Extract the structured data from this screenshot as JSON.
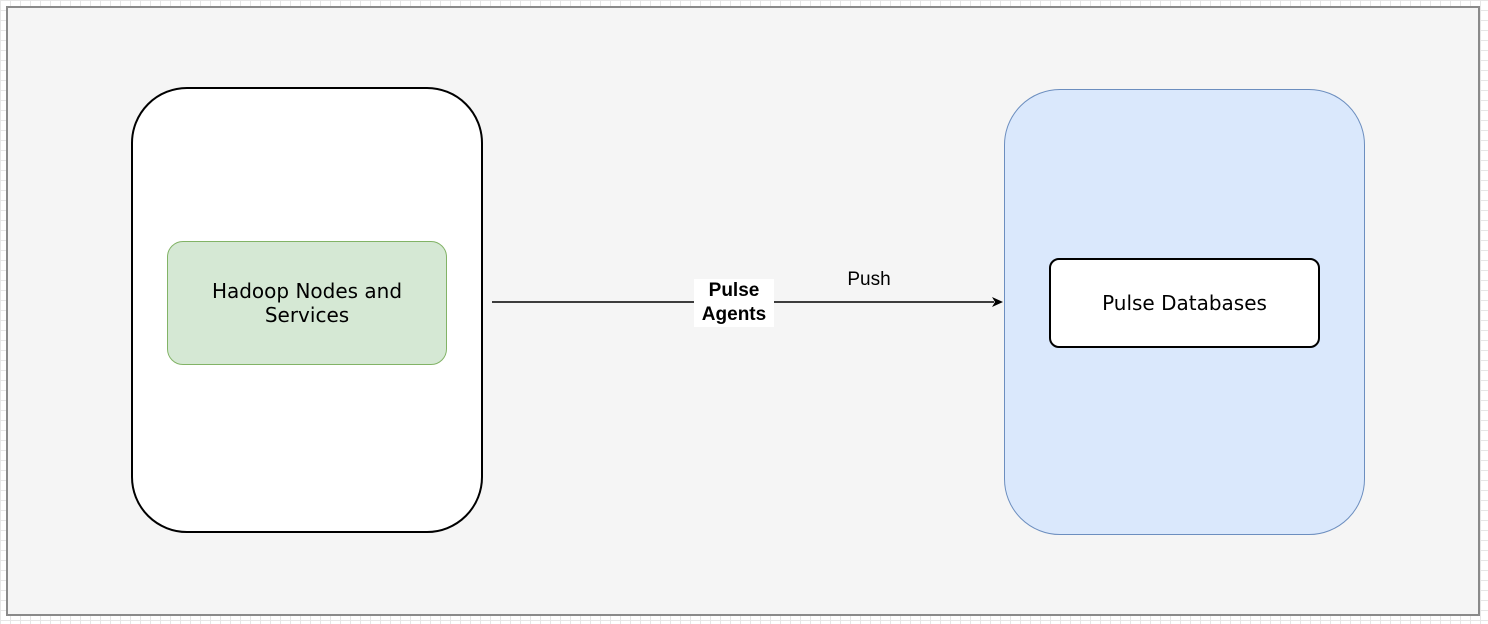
{
  "diagram": {
    "source_node": {
      "label": "Hadoop Nodes and Services"
    },
    "target_node": {
      "label": "Pulse Databases"
    },
    "edge": {
      "label": "Pulse Agents",
      "annotation": "Push",
      "direction": "source-to-target"
    },
    "colors": {
      "canvas": "#f5f5f5",
      "source_node_fill": "#d5e8d4",
      "source_node_stroke": "#82b366",
      "target_container_fill": "#dae8fc",
      "target_container_stroke": "#6c8ebf"
    }
  }
}
